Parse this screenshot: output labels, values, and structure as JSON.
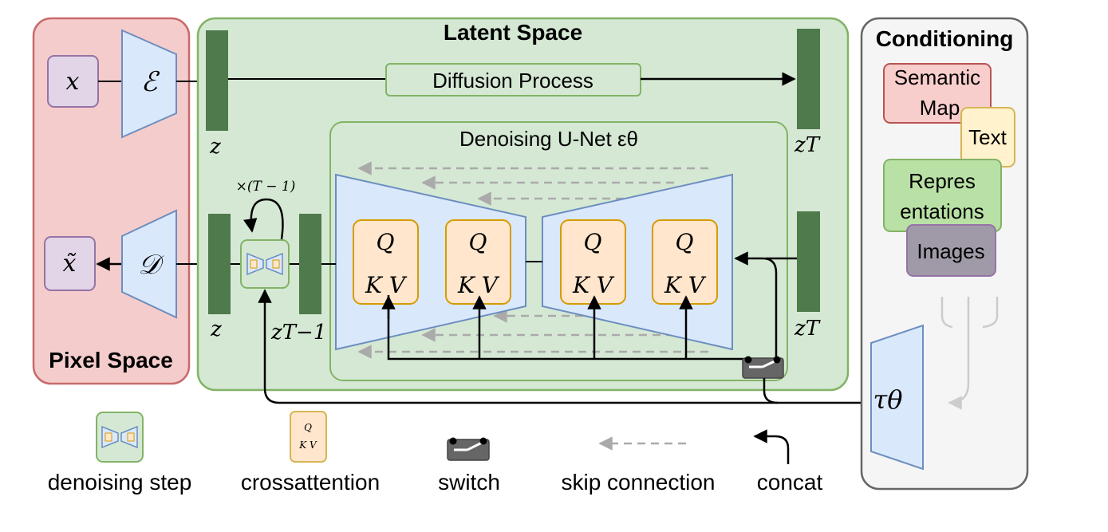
{
  "regions": {
    "pixel_space": "Pixel Space",
    "latent_space": "Latent Space",
    "conditioning": "Conditioning",
    "unet": "Denoising U-Net εθ"
  },
  "pixel": {
    "x": "x",
    "x_tilde": "x̃",
    "encoder": "ℰ",
    "decoder": "𝒟"
  },
  "latent": {
    "diffusion_process": "Diffusion Process",
    "z_top": "z",
    "z_bottom": "z",
    "z_T_top": "zT",
    "z_T_bottom": "zT",
    "z_T_minus_1": "zT−1",
    "repeat": "×(T − 1)"
  },
  "attention": {
    "q": "Q",
    "kv": "K V"
  },
  "conditioning": {
    "semantic_map": "Semantic Map",
    "semantic_map_line1": "Semantic",
    "semantic_map_line2": "Map",
    "text": "Text",
    "representations_line1": "Repres",
    "representations_line2": "entations",
    "images": "Images",
    "tau": "τθ"
  },
  "legend": {
    "denoising_step": "denoising step",
    "crossattention": "crossattention",
    "switch": "switch",
    "skip_connection": "skip connection",
    "concat": "concat"
  },
  "colors": {
    "pixel_fill": "#f5cccc",
    "pixel_stroke": "#c86b6b",
    "latent_fill": "#d5e8d4",
    "latent_stroke": "#82b366",
    "latent_bar": "#4f7a4b",
    "trapezoid_fill": "#dae8fc",
    "trapezoid_stroke": "#6c8ebf",
    "attn_fill": "#ffe6cc",
    "attn_stroke": "#d79b00",
    "cond_fill": "#f5f5f5",
    "cond_stroke": "#666666",
    "x_fill": "#e1d5e7",
    "x_stroke": "#9673a6",
    "semantic_fill": "#f8cecc",
    "semantic_stroke": "#b85450",
    "text_fill": "#fff2cc",
    "text_stroke": "#d6b656",
    "repr_fill": "#b9e0a5",
    "repr_stroke": "#82b366",
    "images_fill": "#a09aa8",
    "images_stroke": "#9673a6"
  }
}
